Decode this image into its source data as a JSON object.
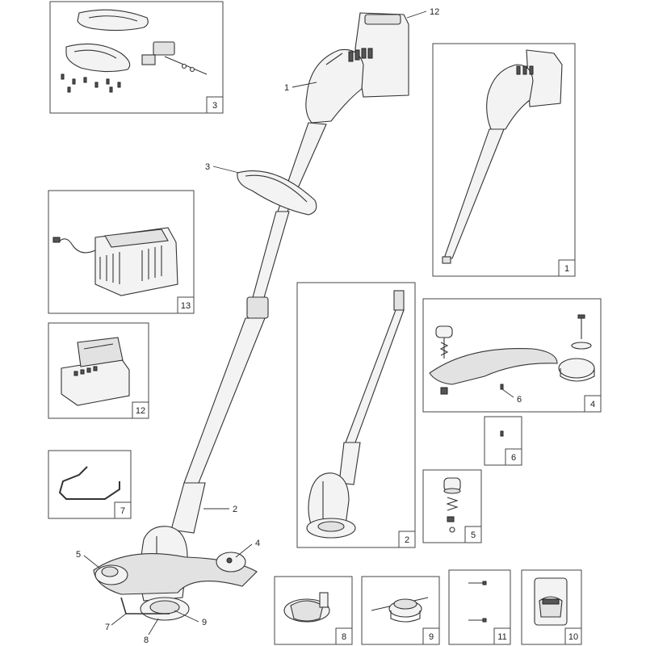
{
  "callouts": {
    "c1": "1",
    "c2": "2",
    "c3": "3",
    "c4": "4",
    "c5": "5",
    "c6": "6",
    "c7": "7",
    "c8": "8",
    "c9": "9",
    "c12": "12"
  },
  "boxes": {
    "b1": "1",
    "b2": "2",
    "b3": "3",
    "b4": "4",
    "b5": "5",
    "b6": "6",
    "b6_inner": "6",
    "b7": "7",
    "b8": "8",
    "b9": "9",
    "b10": "10",
    "b11": "11",
    "b12": "12",
    "b13": "13"
  }
}
